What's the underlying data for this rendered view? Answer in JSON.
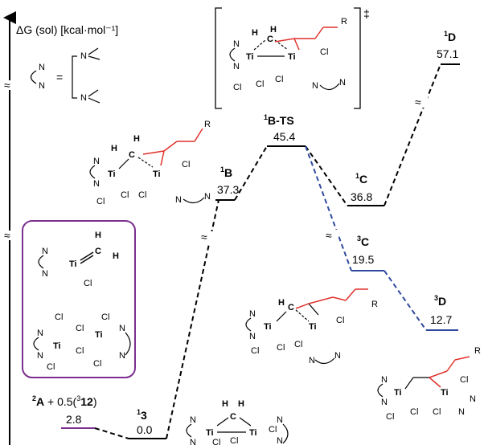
{
  "axis_label": "ΔG (sol) [kcal·mol⁻¹]",
  "legend": {
    "equals": "="
  },
  "ts_mark": "‡",
  "break_mark": "≈",
  "colors": {
    "black": "#000000",
    "blue": "#2f4a9e",
    "purple": "#7b2f8e",
    "red": "#e0312b"
  },
  "states": [
    {
      "id": "A",
      "sup": "2",
      "name": "A",
      "extra_pre": " + 0.5(",
      "extra_sup": "3",
      "extra_name": "12",
      "extra_post": ")",
      "value": "2.8",
      "color": "#7b2f8e"
    },
    {
      "id": "13",
      "sup": "1",
      "name": "3",
      "value": "0.0",
      "color": "#000000"
    },
    {
      "id": "1B",
      "sup": "1",
      "name": "B",
      "value": "37.3",
      "color": "#000000"
    },
    {
      "id": "1BTS",
      "sup": "1",
      "name": "B-TS",
      "value": "45.4",
      "color": "#000000"
    },
    {
      "id": "1C",
      "sup": "1",
      "name": "C",
      "value": "36.8",
      "color": "#000000"
    },
    {
      "id": "1D",
      "sup": "1",
      "name": "D",
      "value": "57.1",
      "color": "#000000"
    },
    {
      "id": "3C",
      "sup": "3",
      "name": "C",
      "value": "19.5",
      "color": "#2f4a9e"
    },
    {
      "id": "3D",
      "sup": "3",
      "name": "D",
      "value": "12.7",
      "color": "#2f4a9e"
    }
  ],
  "atoms": {
    "ti": "Ti",
    "cl": "Cl",
    "n": "N",
    "c": "C",
    "h": "H",
    "r": "R"
  }
}
